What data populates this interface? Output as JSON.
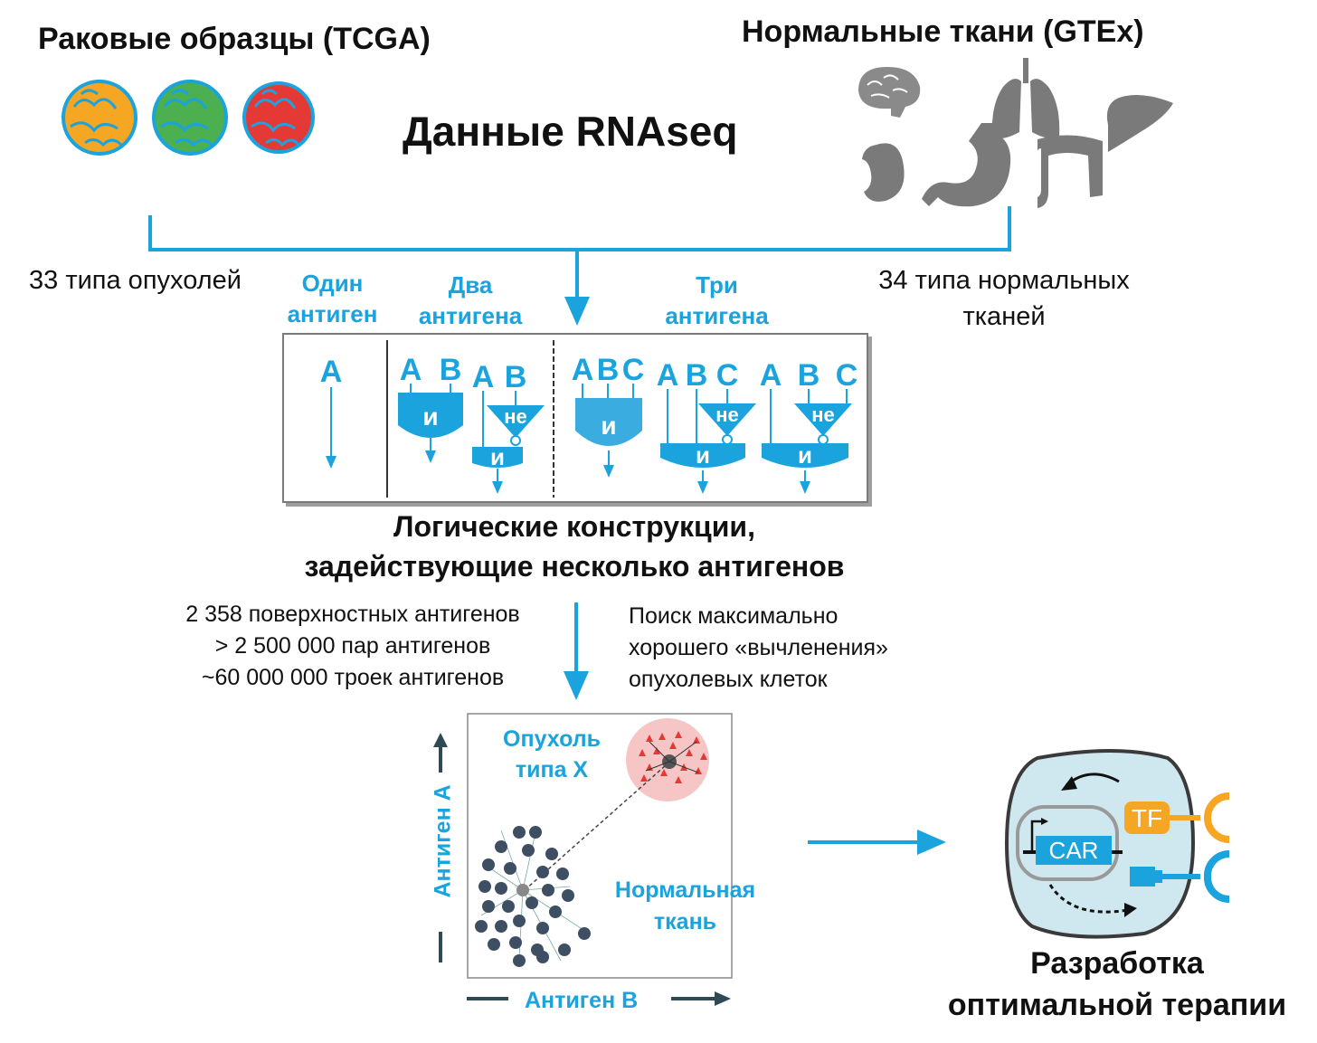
{
  "header": {
    "tcga_title": "Раковые образцы (TCGA)",
    "gtex_title": "Нормальные ткани (GTEx)",
    "rnaseq_title": "Данные RNAseq"
  },
  "labels": {
    "tumor_types": "33 типа опухолей",
    "normal_types_line1": "34 типа нормальных",
    "normal_types_line2": "тканей",
    "one_antigen_1": "Один",
    "one_antigen_2": "антиген",
    "two_antigens_1": "Два",
    "two_antigens_2": "антигена",
    "three_antigens_1": "Три",
    "three_antigens_2": "антигена"
  },
  "logic": {
    "letter_a": "A",
    "letter_b": "B",
    "letter_c": "C",
    "and": "и",
    "not": "не",
    "caption_1": "Логические конструкции,",
    "caption_2": "задействующие несколько антигенов"
  },
  "stats": {
    "line1": "2 358 поверхностных антигенов",
    "line2": "> 2 500 000 пар антигенов",
    "line3": "~60 000 000 троек антигенов"
  },
  "search": {
    "line1": "Поиск максимально",
    "line2": "хорошего «вычленения»",
    "line3": "опухолевых клеток"
  },
  "plot": {
    "tumor_1": "Опухоль",
    "tumor_2": "типа X",
    "normal_1": "Нормальная",
    "normal_2": "ткань",
    "axis_b": "Антиген B",
    "axis_a": "Антиген A"
  },
  "therapy": {
    "tf": "TF",
    "car": "CAR",
    "line1": "Разработка",
    "line2": "оптимальной терапии"
  },
  "colors": {
    "accent_blue": "#1ba3dd",
    "tumor_orange": "#f5a623",
    "tumor_green": "#4caf50",
    "tumor_red": "#e53935",
    "organ_gray": "#7a7a7a",
    "tf_orange": "#f5a623",
    "cell_fill": "#cfe8f0"
  }
}
